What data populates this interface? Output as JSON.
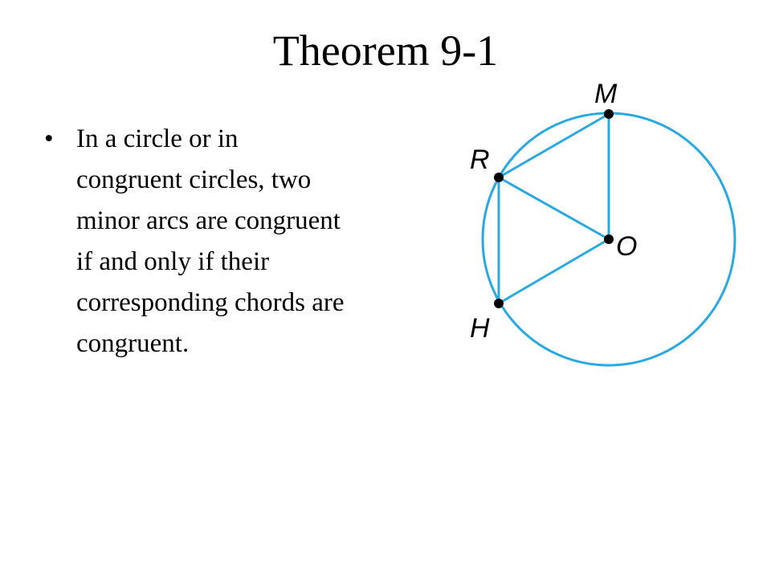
{
  "title": "Theorem 9-1",
  "bullets": [
    {
      "marker": "•",
      "lines": [
        "In a circle or in",
        "congruent circles, two",
        "minor arcs are congruent",
        "if and only if their",
        "corresponding chords are",
        "congruent."
      ]
    }
  ],
  "diagram": {
    "points": [
      "M",
      "R",
      "O",
      "H"
    ],
    "labels": {
      "M": "M",
      "R": "R",
      "O": "O",
      "H": "H"
    },
    "colors": {
      "circle": "#29a9e1",
      "segments": "#29a9e1",
      "points": "#000000"
    }
  }
}
